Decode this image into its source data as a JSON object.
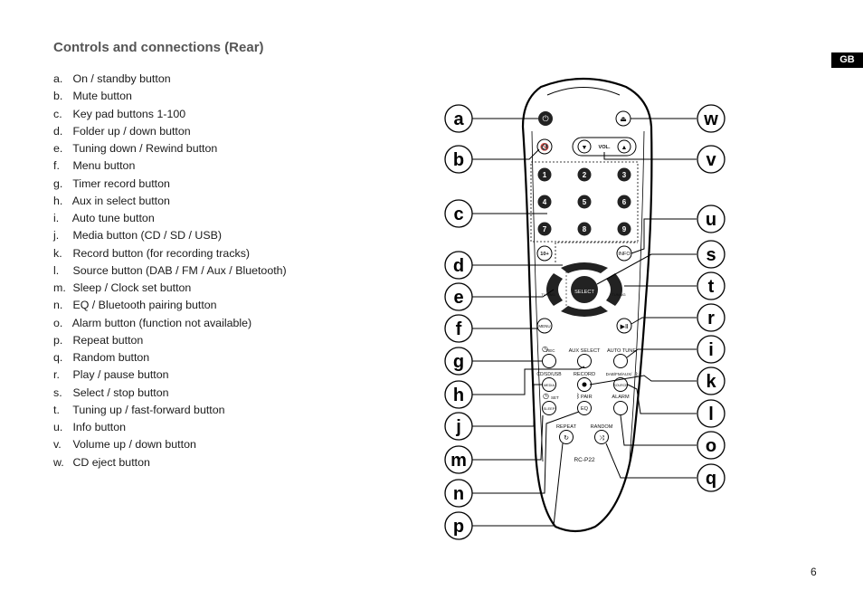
{
  "heading": "Controls and connections (Rear)",
  "lang_badge": "GB",
  "page_number": "6",
  "items": [
    {
      "key": "a.",
      "text": "On / standby button"
    },
    {
      "key": "b.",
      "text": "Mute button"
    },
    {
      "key": "c.",
      "text": "Key pad buttons 1-100"
    },
    {
      "key": "d.",
      "text": "Folder up / down button"
    },
    {
      "key": "e.",
      "text": "Tuning down / Rewind button"
    },
    {
      "key": "f.",
      "text": "Menu button"
    },
    {
      "key": "g.",
      "text": "Timer record button"
    },
    {
      "key": "h.",
      "text": "Aux in select button"
    },
    {
      "key": "i.",
      "text": "Auto tune button"
    },
    {
      "key": "j.",
      "text": "Media button (CD / SD / USB)"
    },
    {
      "key": "k.",
      "text": "Record button (for recording tracks)"
    },
    {
      "key": "l.",
      "text": "Source button (DAB / FM / Aux / Bluetooth)"
    },
    {
      "key": "m.",
      "text": "Sleep / Clock set button"
    },
    {
      "key": "n.",
      "text": "EQ / Bluetooth pairing button"
    },
    {
      "key": "o.",
      "text": "Alarm button (function not available)"
    },
    {
      "key": "p.",
      "text": "Repeat button"
    },
    {
      "key": "q.",
      "text": "Random button"
    },
    {
      "key": "r.",
      "text": "Play / pause button"
    },
    {
      "key": "s.",
      "text": "Select / stop button"
    },
    {
      "key": "t.",
      "text": "Tuning up / fast-forward button"
    },
    {
      "key": "u.",
      "text": "Info button"
    },
    {
      "key": "v.",
      "text": "Volume up / down button"
    },
    {
      "key": "w.",
      "text": "CD eject button"
    }
  ],
  "callouts": {
    "a": "a",
    "b": "b",
    "c": "c",
    "d": "d",
    "e": "e",
    "f": "f",
    "g": "g",
    "h": "h",
    "j": "j",
    "m": "m",
    "n": "n",
    "p": "p",
    "w": "w",
    "v": "v",
    "u": "u",
    "s": "s",
    "t": "t",
    "r": "r",
    "i": "i",
    "k": "k",
    "l": "l",
    "o": "o",
    "q": "q"
  },
  "remote": {
    "digits": [
      "1",
      "2",
      "3",
      "4",
      "5",
      "6",
      "7",
      "8",
      "9"
    ],
    "ten_plus": "10+",
    "info": "INFO",
    "vol": "VOL.",
    "select": "SELECT",
    "tuning_left": "TUNING",
    "tuning_right": "TUNING",
    "menu": "MENU",
    "rec": "REC",
    "aux_select": "AUX SELECT",
    "auto_tune": "AUTO TUNE",
    "cd_sd_usb": "CD/SD/USB",
    "record": "RECORD",
    "dab_fm_aux": "DAB/FM/AUX/",
    "media": "MEDIA",
    "source": "SOURCE",
    "set": "SET",
    "pair": "PAIR",
    "alarm": "ALARM",
    "sleep": "SLEEP",
    "eq": "EQ",
    "repeat": "REPEAT",
    "random": "RANDOM",
    "model": "RC-P22"
  }
}
